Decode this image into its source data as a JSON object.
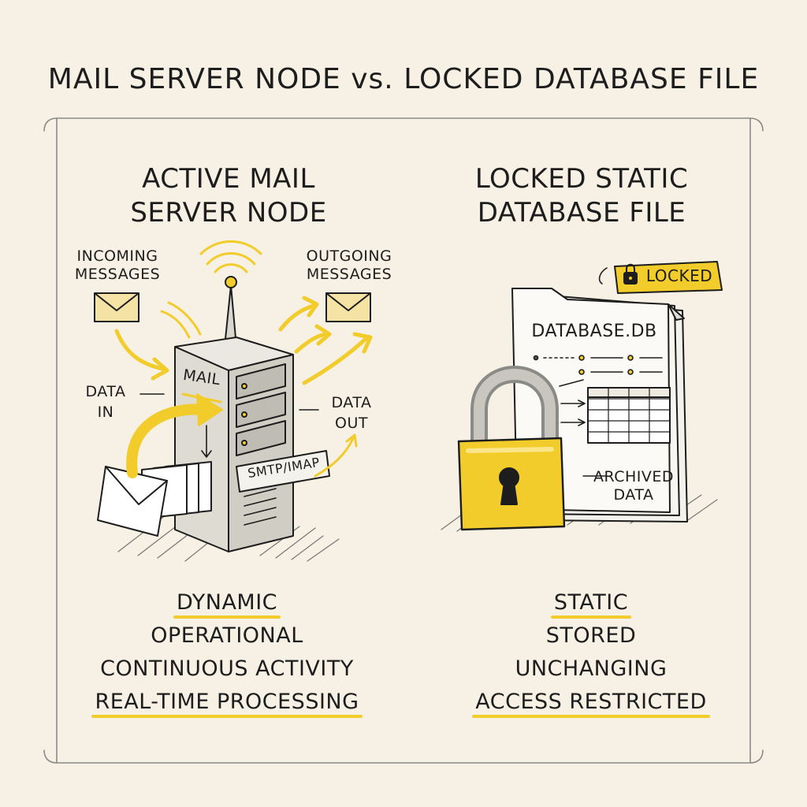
{
  "title": "MAIL SERVER NODE vs. LOCKED DATABASE FILE",
  "colors": {
    "accent": "#f2cc2a",
    "ink": "#1d1d1d",
    "paper": "#f6f1e4",
    "metal": "#d9d6cf"
  },
  "left_panel": {
    "title_line1": "ACTIVE MAIL",
    "title_line2": "SERVER NODE",
    "incoming_line1": "INCOMING",
    "incoming_line2": "MESSAGES",
    "outgoing_line1": "OUTGOING",
    "outgoing_line2": "MESSAGES",
    "data_in_line1": "DATA",
    "data_in_line2": "IN",
    "data_out_line1": "DATA",
    "data_out_line2": "OUT",
    "server_label": "MAIL",
    "protocol_label": "SMTP/IMAP",
    "properties": [
      "DYNAMIC",
      "OPERATIONAL",
      "CONTINUOUS ACTIVITY",
      "REAL-TIME PROCESSING"
    ]
  },
  "right_panel": {
    "title_line1": "LOCKED STATIC",
    "title_line2": "DATABASE FILE",
    "badge": "LOCKED",
    "file_name": "DATABASE.DB",
    "archived_line1": "ARCHIVED",
    "archived_line2": "DATA",
    "properties": [
      "STATIC",
      "STORED",
      "UNCHANGING",
      "ACCESS RESTRICTED"
    ]
  },
  "icons": [
    "envelope-icon",
    "antenna-icon",
    "server-icon",
    "padlock-icon",
    "file-icon",
    "table-icon",
    "lock-icon"
  ]
}
